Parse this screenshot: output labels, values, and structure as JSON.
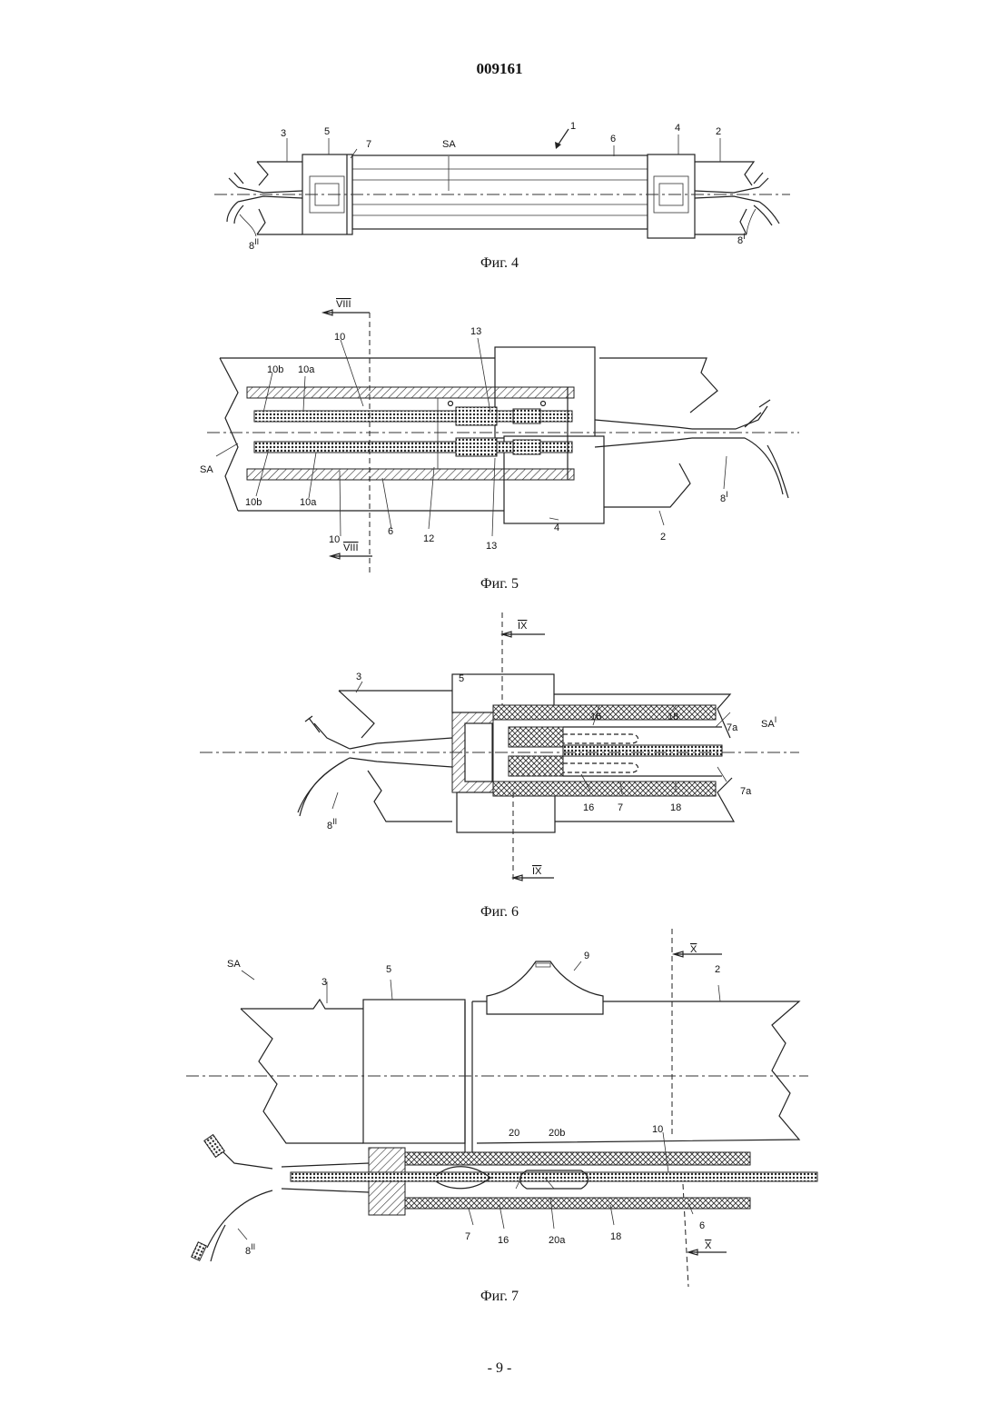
{
  "header": {
    "doc_number": "009161"
  },
  "footer": {
    "page": "- 9 -"
  },
  "fig4": {
    "caption": "Фиг. 4",
    "labels": {
      "l1": "1",
      "l2": "2",
      "l3": "3",
      "l4": "4",
      "l5": "5",
      "l6": "6",
      "l7": "7",
      "sa": "SA",
      "l8p": "8",
      "l8p_sup": "I",
      "l8pp": "8",
      "l8pp_sup": "II"
    }
  },
  "fig5": {
    "caption": "Фиг. 5",
    "labels": {
      "sec_top": "VIII",
      "sec_bot": "VIII",
      "l10_top": "10",
      "l10b_top": "10b",
      "l10a_top": "10a",
      "l13_top": "13",
      "sa": "SA",
      "l10b_bot": "10b",
      "l10a_bot": "10a",
      "l10_bot": "10",
      "l6": "6",
      "l12": "12",
      "l13_bot": "13",
      "l4": "4",
      "l2": "2",
      "l8p": "8",
      "l8p_sup": "I"
    }
  },
  "fig6": {
    "caption": "Фиг. 6",
    "labels": {
      "sec_top": "IX",
      "sec_bot": "IX",
      "l3": "3",
      "l5": "5",
      "l16_top": "16",
      "l18_top": "18",
      "l7a_top": "7a",
      "sa": "SA",
      "sa_sup": "I",
      "l8pp": "8",
      "l8pp_sup": "II",
      "l16_bot": "16",
      "l7": "7",
      "l18_bot": "18",
      "l7a_bot": "7a"
    }
  },
  "fig7": {
    "caption": "Фиг. 7",
    "labels": {
      "sec_top": "X",
      "sec_bot": "X",
      "l9": "9",
      "l3": "3",
      "l5": "5",
      "l2": "2",
      "sa": "SA",
      "l20": "20",
      "l20b": "20b",
      "l10": "10",
      "l8pp": "8",
      "l8pp_sup": "II",
      "l7": "7",
      "l16": "16",
      "l20a": "20a",
      "l18": "18",
      "l6": "6"
    }
  }
}
